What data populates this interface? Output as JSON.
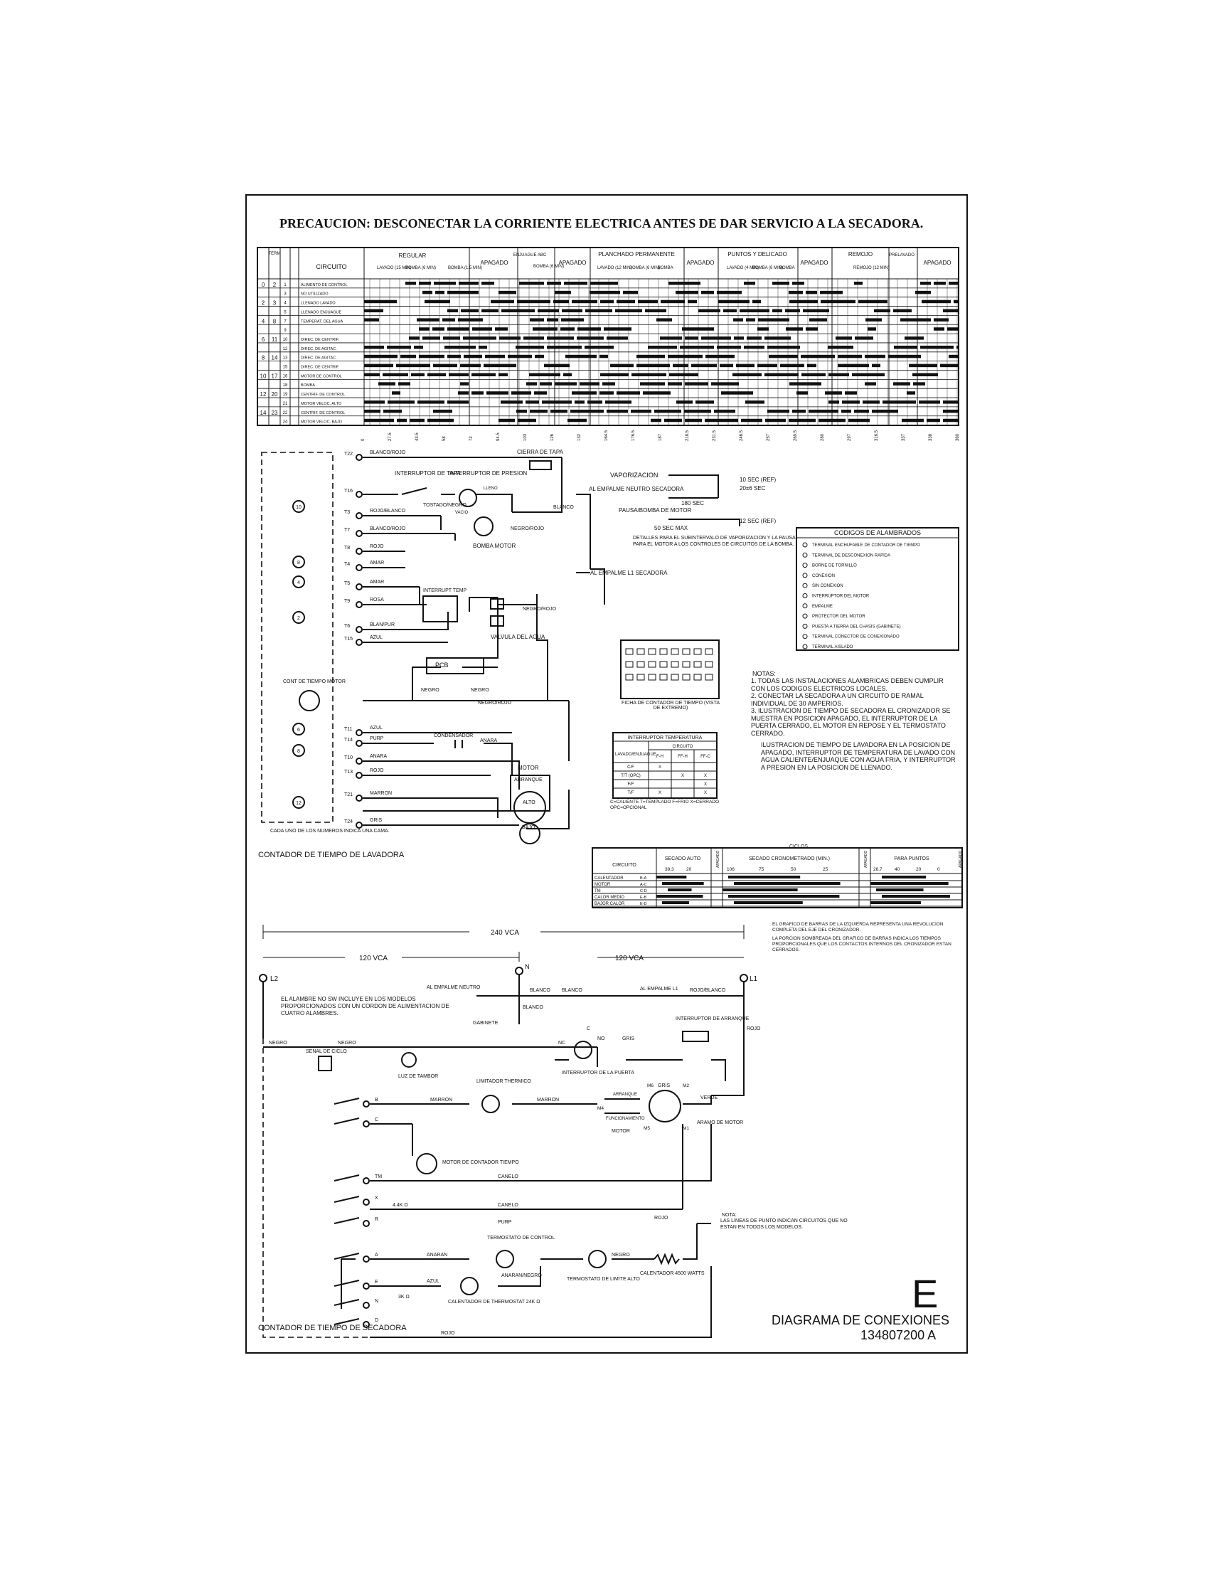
{
  "header": {
    "caution": "PRECAUCION: DESCONECTAR LA CORRIENTE ELECTRICA ANTES DE DAR SERVICIO A LA SECADORA."
  },
  "timer_chart": {
    "col_headers": {
      "term": "TERM",
      "circuit": "CIRCUITO",
      "off": "APAGADO"
    },
    "cycles": [
      {
        "name": "REGULAR",
        "phases": [
          "LAVADO (15 MIN)",
          "BOMBA (6 MIN)",
          "BOMBA (1.5 MIN)"
        ]
      },
      {
        "name": "ENJUAGUE ABC",
        "phases": [
          "BOMBA (6 MIN)"
        ]
      },
      {
        "name": "PLANCHADO PERMANENTE",
        "phases": [
          "LAVADO (12 MIN)",
          "BOMBA (6 MIN)",
          "BOMBA"
        ]
      },
      {
        "name": "PUNTOS Y DELICADO",
        "phases": [
          "LAVADO (4 MIN)",
          "BOMBA (6 MIN)",
          "BOMBA"
        ]
      },
      {
        "name": "REMOJO",
        "phases": [
          "REMOJO (12 MIN)"
        ]
      },
      {
        "name": "PRELAVADO",
        "phases": []
      }
    ],
    "rows": [
      {
        "a": "0",
        "b": "2",
        "c": "1",
        "circuit": "ALIMENTO DE CONTROL"
      },
      {
        "a": "",
        "b": "",
        "c": "3",
        "circuit": "NO UTILIZADO"
      },
      {
        "a": "2",
        "b": "3",
        "c": "4",
        "circuit": "LLENADO LAVADO"
      },
      {
        "a": "",
        "b": "",
        "c": "5",
        "circuit": "LLENADO ENJUAGUE"
      },
      {
        "a": "4",
        "b": "8",
        "c": "7",
        "circuit": "TEMPERAT. DEL AGUA"
      },
      {
        "a": "",
        "b": "",
        "c": "9",
        "circuit": ""
      },
      {
        "a": "6",
        "b": "11",
        "c": "10",
        "circuit": "DIREC. DE CENTRIF."
      },
      {
        "a": "",
        "b": "",
        "c": "12",
        "circuit": "DIREC. DE AGITAC."
      },
      {
        "a": "8",
        "b": "14",
        "c": "13",
        "circuit": "DIREC. DE AGITAC."
      },
      {
        "a": "",
        "b": "",
        "c": "15",
        "circuit": "DIREC. DE CENTRIF."
      },
      {
        "a": "10",
        "b": "17",
        "c": "16",
        "circuit": "MOTOR DE CONTROL"
      },
      {
        "a": "",
        "b": "",
        "c": "18",
        "circuit": "BOMBA"
      },
      {
        "a": "12",
        "b": "20",
        "c": "19",
        "circuit": "CENTRIF. DE CONTROL"
      },
      {
        "a": "",
        "b": "",
        "c": "21",
        "circuit": "MOTOR VELOC. ALTO"
      },
      {
        "a": "14",
        "b": "23",
        "c": "22",
        "circuit": "CENTRIF. DE CONTROL"
      },
      {
        "a": "",
        "b": "",
        "c": "24",
        "circuit": "MOTOR VELOC. BAJO"
      }
    ],
    "degree_marks": [
      "0",
      "27.5",
      "43.5",
      "58",
      "72",
      "94.5",
      "103",
      "126",
      "132",
      "164.5",
      "176.5",
      "187",
      "218.5",
      "231.5",
      "246.5",
      "257",
      "269.5",
      "280",
      "297",
      "316.5",
      "337",
      "338",
      "360"
    ]
  },
  "washer": {
    "terminals": [
      "T22",
      "T16",
      "T3",
      "T7",
      "T8",
      "T4",
      "T5",
      "T9",
      "T6",
      "T15",
      "T11",
      "T14",
      "T10",
      "T13",
      "T21",
      "T24"
    ],
    "wire_labels": [
      "BLANCO/ROJO",
      "ROJO/BLANCO",
      "BLANCO/ROJO",
      "ROJO",
      "AMAR",
      "AMAR",
      "ROSA",
      "BLAN/PUR",
      "AZUL",
      "AZUL",
      "PURP",
      "ANARA",
      "ROJO",
      "MARRON",
      "GRIS"
    ],
    "components": {
      "lid_switch": "INTERRUPTOR DE TAPA",
      "pressure_switch": "INTERRUPTOR DE PRESION",
      "full": "LLENO",
      "empty": "VACIO",
      "lid_lock": "CIERRA DE TAPA",
      "pump_motor": "BOMBA MOTOR",
      "temp_switch": "INTERRUPT TEMP",
      "water_valve": "VALVULA DEL AGUA",
      "pcb": "PCB",
      "timer_motor": "CONT DE TIEMPO MOTOR",
      "capacitor": "CONDENSADOR",
      "motor": "MOTOR",
      "start": "ARRANQUE",
      "high": "ALTO",
      "low": "BAJO",
      "tostado_negro": "TOSTADO/NEGRO",
      "negro_rojo": "NEGRO/ROJO",
      "negro": "NEGRO",
      "blanco": "BLANCO",
      "anara": "ANARA"
    },
    "cam_note": "CADA UNO DE LOS NUMEROS INDICA UNA CAMA.",
    "timer_label": "CONTADOR DE TIEMPO DE LAVADORA",
    "cam_numbers": [
      "10",
      "8",
      "4",
      "2",
      "6",
      "8",
      "12"
    ],
    "neutral_label": "AL EMPALME NEUTRO SECADORA",
    "l1_label": "AL EMPALME L1 SECADORA"
  },
  "spray_detail": {
    "vaporization": "VAPORIZACION",
    "pause_pump": "PAUSA/BOMBA DE MOTOR",
    "t10": "10 SEC (REF)",
    "t20": "20±6 SEC",
    "t180": "180 SEC",
    "t12": "12 SEC (REF)",
    "t50": "50 SEC MAX",
    "note": "DETALLES PARA EL SUBINTERVALO DE VAPORIZACION Y LA PAUSA PARA EL MOTOR A LOS CONTROLES DE CIRCUITOS DE LA BOMBA."
  },
  "legend": {
    "title": "CODIGOS DE ALAMBRADOS",
    "items": [
      "TERMINAL ENCHUFABLE DE CONTADOR DE TIEMPO",
      "TERMINAL DE DESCONEXION RAPIDA",
      "BORNE DE TORNILLO",
      "CONEXION",
      "SIN CONEXION",
      "INTERRUPTOR DEL MOTOR",
      "EMPALME",
      "PROTECTOR DEL MOTOR",
      "PUESTA A TIERRA DEL CHASIS (GABINETE)",
      "TERMINAL CONECTOR DE CONEXIONADO",
      "TERMINAL AISLADO"
    ]
  },
  "timer_plug": {
    "caption": "FICHA DE CONTADOR DE TIEMPO (VISTA DE EXTREMO)"
  },
  "temp_table": {
    "title": "INTERRUPTOR TEMPERATURA",
    "head": [
      "LAVADO/ENJUAGUE",
      "CIRCUITO"
    ],
    "sub": [
      "F-H",
      "FF-H",
      "FF-C"
    ],
    "rows": [
      {
        "label": "C/F",
        "marks": [
          "X",
          "",
          ""
        ]
      },
      {
        "label": "T/T (OPC)",
        "marks": [
          "",
          "X",
          "X"
        ]
      },
      {
        "label": "F/F",
        "marks": [
          "",
          "",
          "X"
        ]
      },
      {
        "label": "T/F",
        "marks": [
          "X",
          "",
          "X"
        ]
      }
    ],
    "key": "C=CALIENTE T=TEMPLADO F=FRIO X=CERRADO OPC=OPCIONAL"
  },
  "notes": {
    "title": "NOTAS:",
    "items": [
      "1. TODAS LAS INSTALACIONES ALAMBRICAS DEBEN CUMPLIR CON LOS CODIGOS ELECTRICOS LOCALES.",
      "2. CONECTAR LA SECADORA A UN CIRCUITO DE RAMAL INDIVIDUAL DE 30 AMPERIOS.",
      "3. ILUSTRACION DE TIEMPO DE SECADORA EL CRONIZADOR SE MUESTRA EN POSICION APAGADO, EL INTERRUPTOR DE LA PUERTA CERRADO, EL MOTOR EN REPOSE Y EL TERMOSTATO CERRADO.",
      "ILUSTRACION DE TIEMPO DE LAVADORA EN LA POSICION DE APAGADO, INTERRUPTOR DE TEMPERATURA DE LAVADO CON AGUA CALIENTE/ENJUAQUE CON AGUA FRIA, Y INTERRUPTOR A PRESION EN LA POSICION DE LLENADO."
    ]
  },
  "dryer_chart": {
    "cycles": "CICLOS",
    "circuit": "CIRCUITO",
    "auto": "SECADO AUTO",
    "timed": "SECADO CRONOMETRADO (MIN.)",
    "press": "PARA PUNTOS",
    "off": "APAGADO",
    "auto_vals": [
      "39.3",
      "20"
    ],
    "timed_vals": [
      "106",
      "75",
      "50",
      "25"
    ],
    "press_vals": [
      "26.7",
      "40",
      "20",
      "0"
    ],
    "rows": [
      {
        "name": "CALENTADOR",
        "tag": "B-A"
      },
      {
        "name": "MOTOR",
        "tag": "A-C"
      },
      {
        "name": "TM",
        "tag": "C-D"
      },
      {
        "name": "CALOR MEDIO",
        "tag": "E-B"
      },
      {
        "name": "BAJOR CALOR",
        "tag": "E-D"
      }
    ],
    "note1": "EL GRAFICO DE BARRAS DE LA IZQUIERDA REPRESENTA UNA REVOLUCION COMPLETA DEL EJE DEL CRONIZADOR.",
    "note2": "LA PORCION SOMBREADA DEL GRAFICO DE BARRAS INDICA LOS TIEMPOS PROPORCIONALES QUE LOS CONTACTOS INTERNOS DEL CRONIZADOR ESTAN CERRADOS."
  },
  "dryer": {
    "v240": "240 VCA",
    "v120a": "120 VCA",
    "v120b": "120 VCA",
    "l2": "L2",
    "l1": "L1",
    "n": "N",
    "neutral_splice": "AL EMPALME NEUTRO",
    "l1_splice": "AL EMPALME L1",
    "blanco1": "BLANCO",
    "blanco2": "BLANCO",
    "blanco3": "BLANCO",
    "rojo_blanco": "ROJO/BLANCO",
    "gabinete": "GABINETE",
    "no_sw_note": "EL ALAMBRE NO SW INCLUYE EN LOS MODELOS PROPORCIONADOS CON UN CORDON DE ALIMENTACION DE CUATRO ALAMBRES.",
    "negro1": "NEGRO",
    "negro2": "NEGRO",
    "rojo": "ROJO",
    "signal": "SENAL DE CICLO",
    "drum_light": "LUZ DE TAMBOR",
    "door_switch": "INTERRUPTOR DE LA PUERTA",
    "nc": "NC",
    "no": "NO",
    "com": "C",
    "gris1": "GRIS",
    "gris2": "GRIS",
    "start_switch": "INTERRUPTOR DE ARRANQUE",
    "thermal_limiter": "LIMITADOR THERMICO",
    "marron1": "MARRON",
    "marron2": "MARRON",
    "start_wind": "ARRANQUE",
    "run_wind": "FUNCIONAMIENTO",
    "motor": "MOTOR",
    "green": "VERDE",
    "motor_ground": "ARAMO DE MOTOR",
    "timer_motor": "MOTOR DE CONTADOR TIEMPO",
    "canelo1": "CANELO",
    "canelo2": "CANELO",
    "r44k": "4.4K Ω",
    "purp": "PURP",
    "rojo2": "ROJO",
    "control_thermo": "TERMOSTATO DE CONTROL",
    "anaran1": "ANARAN",
    "anaran_negro": "ANARAN/NEGRO",
    "negro3": "NEGRO",
    "high_limit": "TERMOSTATO DE LIMITE ALTO",
    "heater": "CALENTADOR 4500 WATTS",
    "azul": "AZUL",
    "thermo_heater": "CALENTADOR DE THERMOSTAT 24K Ω",
    "r3k": "3K Ω",
    "rojo3": "ROJO",
    "timer_label": "CONTADOR DE TIEMPO DE SECADORA",
    "dotted_note_title": "NOTA:",
    "dotted_note": "LAS LINEAS DE PUNTO INDICAN CIRCUITOS QUE NO ESTAN EN TODOS LOS MODELOS.",
    "terms": [
      "B",
      "C",
      "TM",
      "X",
      "R",
      "A",
      "E",
      "N",
      "D"
    ],
    "motor_terms": [
      "M6",
      "M2",
      "M4",
      "M5",
      "M1"
    ]
  },
  "footer": {
    "letter": "E",
    "title": "DIAGRAMA DE CONEXIONES",
    "number": "134807200 A"
  }
}
